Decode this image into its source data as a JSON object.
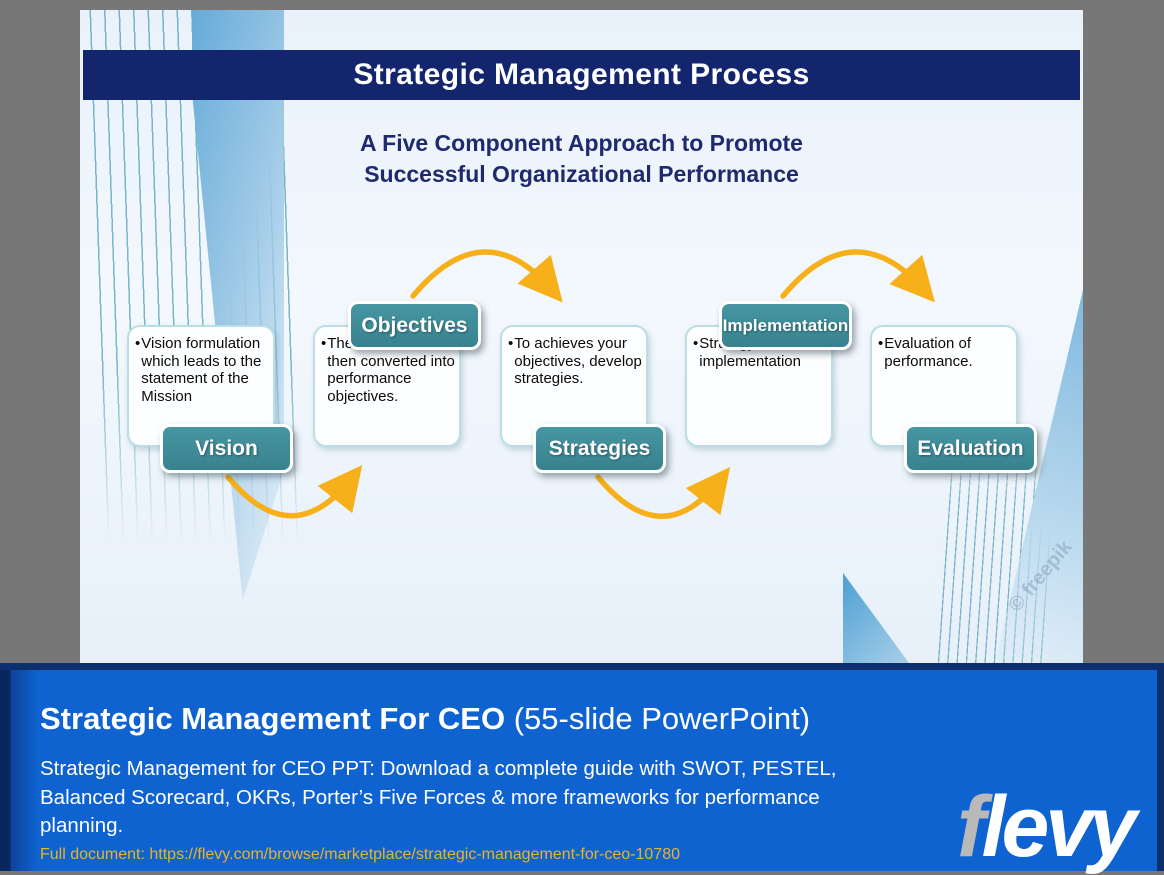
{
  "slide": {
    "title": "Strategic Management Process",
    "subtitle_line1": "A Five Component Approach to Promote",
    "subtitle_line2": "Successful Organizational Performance",
    "bullet": "•",
    "steps": [
      {
        "label": "Vision",
        "text": "Vision formulation which leads to the statement of the Mission",
        "label_position": "bottom"
      },
      {
        "label": "Objectives",
        "text": "The mission is then converted into performance objectives.",
        "label_position": "top"
      },
      {
        "label": "Strategies",
        "text": "To achieves your objectives, develop strategies.",
        "label_position": "bottom"
      },
      {
        "label": "Implementation",
        "text": "Strategy implementation",
        "label_position": "top"
      },
      {
        "label": "Evaluation",
        "text": "Evaluation of performance.",
        "label_position": "bottom"
      }
    ],
    "watermark": "© freepik"
  },
  "banner": {
    "title_bold": "Strategic Management For CEO",
    "title_suffix": " (55-slide PowerPoint)",
    "description": "Strategic Management for CEO PPT: Download a complete guide with SWOT, PESTEL, Balanced Scorecard, OKRs, Porter’s Five Forces & more frameworks for performance planning.",
    "link": "Full document: https://flevy.com/browse/marketplace/strategic-management-for-ceo-10780",
    "logo_first": "f",
    "logo_rest": "levy"
  },
  "colors": {
    "title_bar_navy": "#13256d",
    "step_label_teal": "#3e8c99",
    "arrow_gold": "#f7b019",
    "banner_blue": "#0f63d0",
    "banner_border_navy": "#0c2f6e",
    "link_yellow": "#e9b32a",
    "logo_f_gray": "#b9b9b9"
  }
}
